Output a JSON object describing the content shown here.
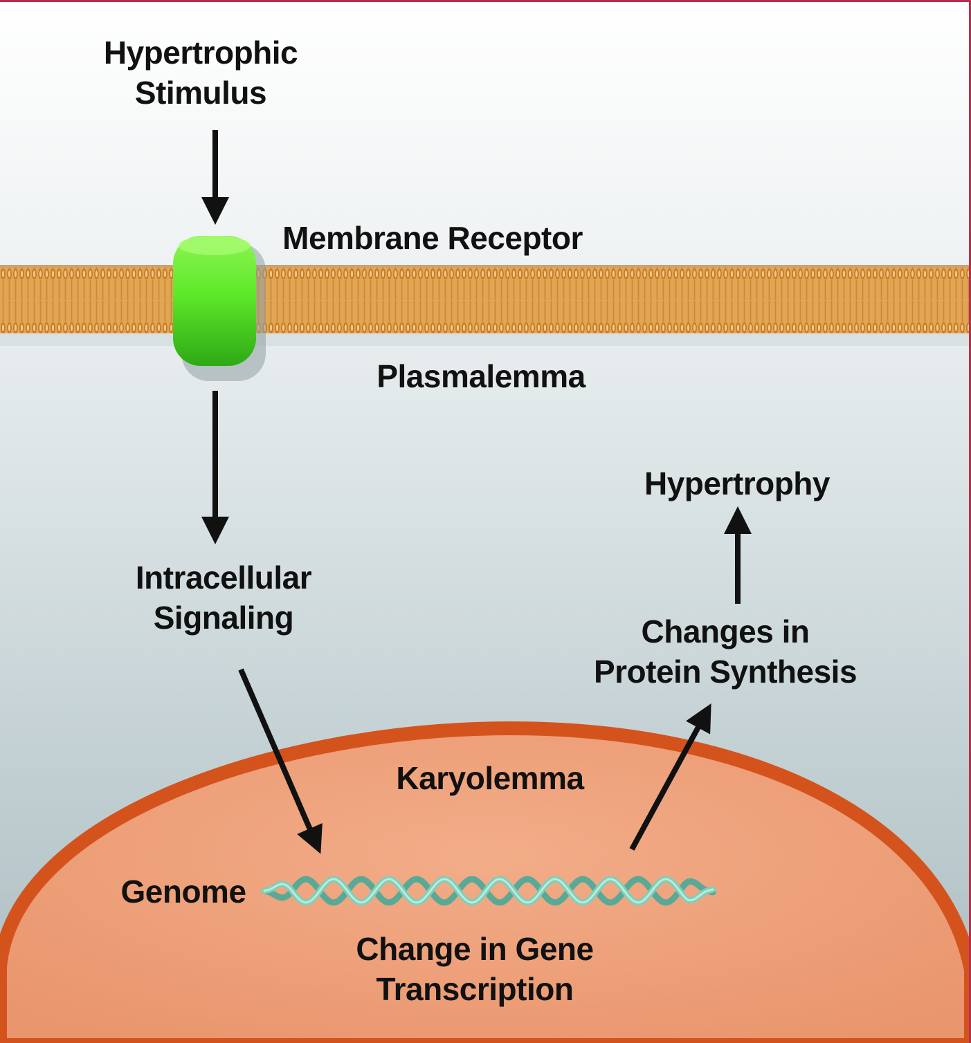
{
  "labels": {
    "stimulus": [
      "Hypertrophic",
      "Stimulus"
    ],
    "receptor": "Membrane Receptor",
    "plasmalemma": "Plasmalemma",
    "signaling": [
      "Intracellular",
      "Signaling"
    ],
    "hypertrophy": "Hypertrophy",
    "protein": [
      "Changes in",
      "Protein Synthesis"
    ],
    "karyolemma": "Karyolemma",
    "genome": "Genome",
    "transcription": [
      "Change in Gene",
      "Transcription"
    ]
  },
  "colors": {
    "background_top": "#ffffff",
    "background_bottom": "#a9bcc0",
    "membrane": "#d9953a",
    "receptor": "#5ee82a",
    "nucleus_fill": "#eea07a",
    "nucleus_border": "#d4531d",
    "dna": "#7fcfb8",
    "arrow": "#111111",
    "frame": "#b5304e"
  },
  "icons": {
    "receptor": "cylinder-receptor-icon",
    "dna": "double-helix-icon"
  }
}
